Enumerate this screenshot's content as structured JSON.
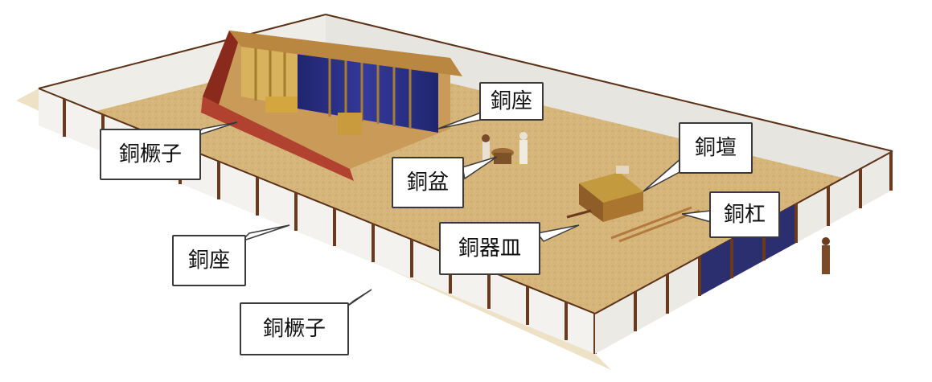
{
  "illustration": {
    "subject": "tabernacle-courtyard",
    "colors": {
      "ground": "#d8b87c",
      "ground_shadow": "#b99560",
      "curtain": "#f1efe9",
      "curtain_shade": "#d9d7d2",
      "post": "#6b3a1e",
      "tent_blue": "#2a2f8a",
      "tent_red": "#b0422f",
      "gold": "#c9a24a",
      "bronze": "#9b6a34",
      "gate_blue": "#2b2f70"
    }
  },
  "labels": {
    "bronze_bases_tent": "銅座",
    "bronze_grate_top": "銅橛子",
    "bronze_basin": "銅盆",
    "bronze_altar": "銅壇",
    "bronze_poles": "銅杠",
    "bronze_utensils": "銅器皿",
    "bronze_bases_wall": "銅座",
    "bronze_grate_bottom": "銅橛子"
  }
}
